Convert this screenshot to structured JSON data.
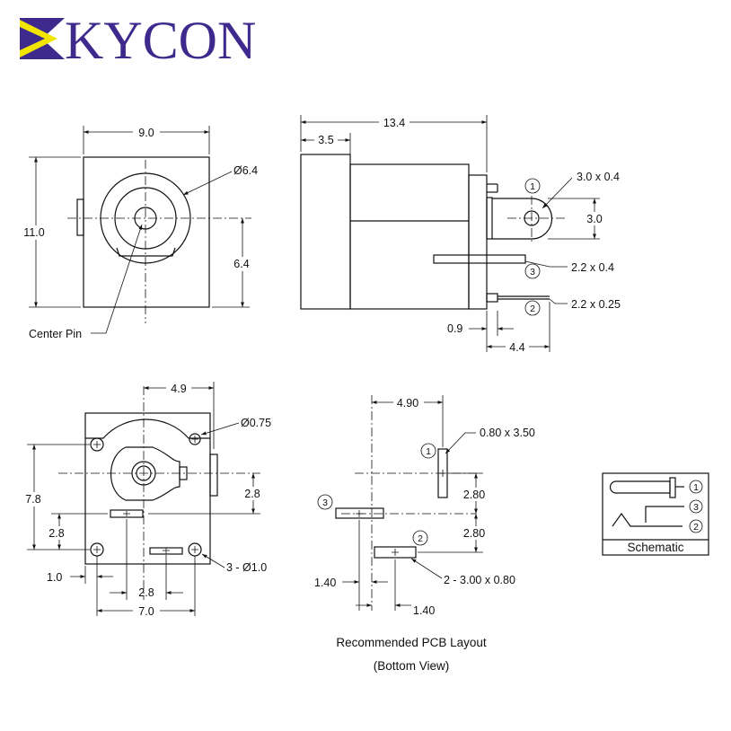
{
  "brand": {
    "name": "KYCON",
    "primary_color": "#3d2a8c",
    "accent_color": "#f2e600"
  },
  "colors": {
    "line": "#111111",
    "background": "#ffffff"
  },
  "front_view": {
    "width": "9.0",
    "height": "11.0",
    "hole_dia": "Ø6.4",
    "pin_height": "6.4",
    "center_pin_label": "Center Pin"
  },
  "side_view": {
    "length": "13.4",
    "front_depth": "3.5",
    "pin1_size": "3.0 x 0.4",
    "pin1_height": "3.0",
    "pin3_size": "2.2 x 0.4",
    "pin2_size": "2.2 x 0.25",
    "offset_a": "0.9",
    "offset_b": "4.4",
    "pins": [
      "1",
      "3",
      "2"
    ]
  },
  "bottom_view": {
    "top_dim": "4.9",
    "mount_hole": "Ø0.75",
    "height": "7.8",
    "dim_a": "2.8",
    "dim_b": "2.8",
    "edge": "1.0",
    "mid": "2.8",
    "width": "7.0",
    "holes": "3 - Ø1.0"
  },
  "pcb_layout": {
    "top_dim": "4.90",
    "pad1": "0.80 x 3.50",
    "dim_a": "2.80",
    "dim_b": "2.80",
    "dim_left": "1.40",
    "dim_right": "1.40",
    "pads": "2 - 3.00 x 0.80",
    "pins": [
      "1",
      "3",
      "2"
    ],
    "caption_line1": "Recommended PCB Layout",
    "caption_line2": "(Bottom View)"
  },
  "schematic": {
    "label": "Schematic",
    "pins": [
      "1",
      "3",
      "2"
    ]
  }
}
